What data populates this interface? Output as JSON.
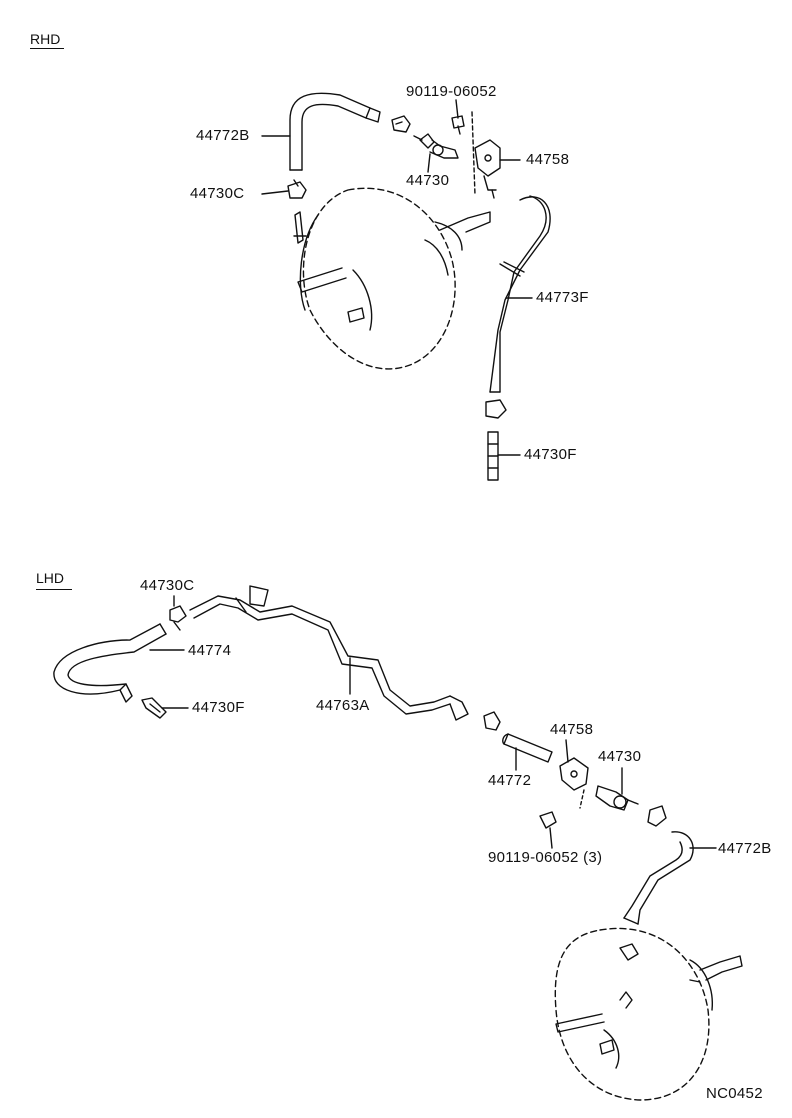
{
  "sections": {
    "rhd": "RHD",
    "lhd": "LHD"
  },
  "rhd_parts": {
    "clamp_bolt": "90119-06052",
    "hose_b": "44772B",
    "check_valve": "44730",
    "bracket": "44758",
    "union_c": "44730C",
    "hose_f": "44773F",
    "union_f": "44730F"
  },
  "lhd_parts": {
    "union_c": "44730C",
    "hose": "44774",
    "union_f": "44730F",
    "tube": "44763A",
    "hose_short": "44772",
    "bracket": "44758",
    "check_valve": "44730",
    "clamp_bolt": "90119-06052 (3)",
    "hose_b": "44772B"
  },
  "drawing_code": "NC0452"
}
